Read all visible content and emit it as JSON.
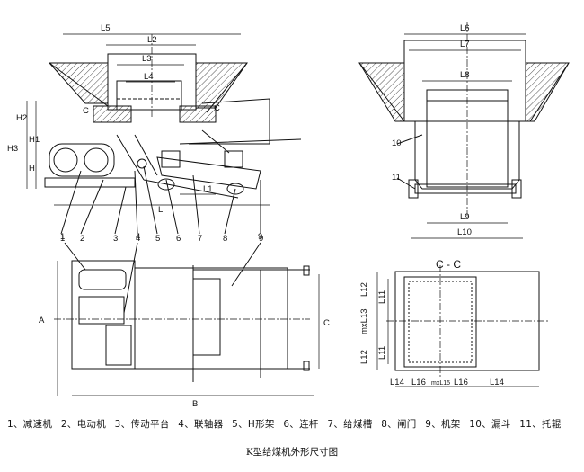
{
  "dimensions": {
    "side": [
      "L5",
      "L2",
      "L3",
      "L4",
      "C",
      "C",
      "H2",
      "H1",
      "H3",
      "H",
      "L1",
      "L"
    ],
    "end": [
      "L6",
      "L7",
      "L8",
      "L9",
      "L10"
    ],
    "plan": [
      "A",
      "B",
      "C"
    ],
    "section": [
      "C - C",
      "L12",
      "L11",
      "mxL13",
      "L11",
      "L12",
      "L14",
      "L16",
      "mxL15",
      "L16",
      "L14"
    ]
  },
  "parts": [
    "1",
    "2",
    "3",
    "4",
    "5",
    "6",
    "7",
    "8",
    "9",
    "10",
    "11",
    "1",
    "4",
    "9"
  ],
  "legend": [
    "1、减速机",
    "2、电动机",
    "3、传动平台",
    "4、联轴器",
    "5、H形架",
    "6、连杆",
    "7、给煤槽",
    "8、闸门",
    "9、机架",
    "10、漏斗",
    "11、托辊"
  ],
  "caption": "K型给煤机外形尺寸图"
}
